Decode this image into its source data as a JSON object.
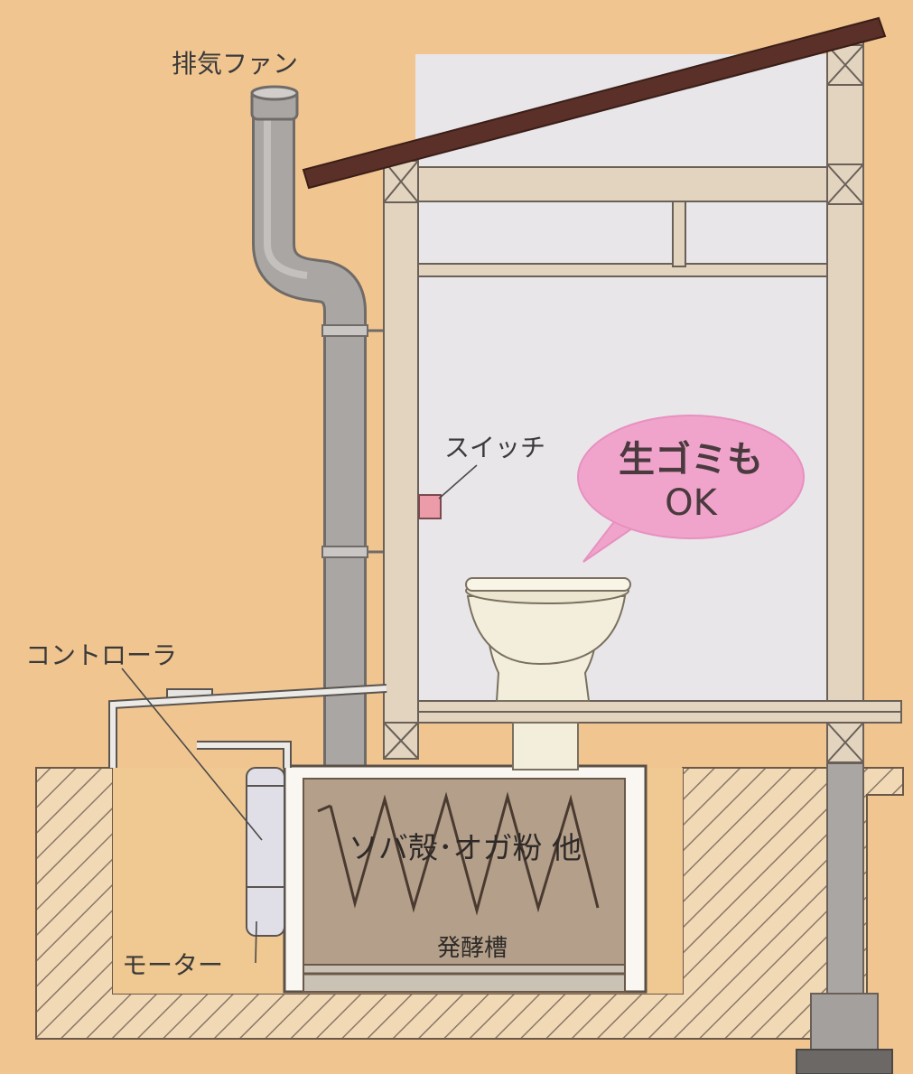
{
  "labels": {
    "exhaust_fan": "排気ファン",
    "switch": "スイッチ",
    "controller": "コントローラ",
    "motor": "モーター",
    "tank_contents": "ソバ殻･オガ粉 他",
    "fermentation_tank": "発酵槽"
  },
  "speech_bubble": {
    "line1": "生ゴミも",
    "line2": "OK"
  },
  "colors": {
    "background": "#f1c590",
    "roof": "#5a3028",
    "frame": "#e2d4bf",
    "interior": "#e8e6e8",
    "pipe": "#a3a09e",
    "soil_hatch": "#8a7868",
    "tank_fill": "#b4a08a",
    "bubble": "#f0a4cc",
    "switch": "#ec9ca8"
  }
}
